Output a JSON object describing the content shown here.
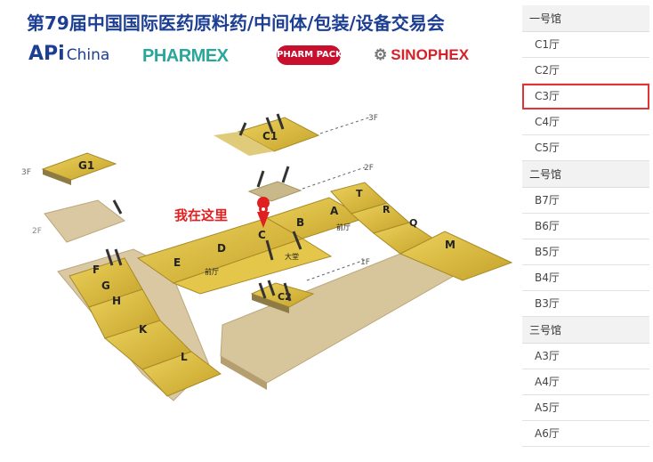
{
  "title": "第79届中国国际医药原料药/中间体/包装/设备交易会",
  "logos": {
    "api_main": "APi",
    "api_sub": "China",
    "pharmex": "PHARMEX",
    "pharmpack": "PHARM PACK",
    "sinophex": "SINOPHEX",
    "sinophex_icon": "gear-icon"
  },
  "map": {
    "you_are_here": "我在这里",
    "floor_labels": [
      "3F",
      "3F",
      "2F",
      "2F",
      "1F"
    ],
    "zones": {
      "C1": "C1",
      "G1": "G1",
      "C2": "C2",
      "A": "A",
      "B": "B",
      "C": "C",
      "D": "D",
      "E": "E",
      "F": "F",
      "G": "G",
      "H": "H",
      "K": "K",
      "L": "L",
      "M": "M",
      "Q": "Q",
      "R": "R",
      "T": "T"
    },
    "small_labels": {
      "lobby_left": "前厅",
      "lobby_center": "大堂",
      "lobby_right": "前厅"
    }
  },
  "sidebar": {
    "groups": [
      {
        "label": "一号馆",
        "halls": [
          "C1厅",
          "C2厅",
          "C3厅",
          "C4厅",
          "C5厅"
        ]
      },
      {
        "label": "二号馆",
        "halls": [
          "B7厅",
          "B6厅",
          "B5厅",
          "B4厅",
          "B3厅"
        ]
      },
      {
        "label": "三号馆",
        "halls": [
          "A3厅",
          "A4厅",
          "A5厅",
          "A6厅"
        ]
      }
    ],
    "active_hall": "C3厅"
  },
  "colors": {
    "gold": "#c9a933",
    "gold_light": "#e3c64a",
    "beige": "#d8c7a0",
    "marker": "#e02020",
    "active_border": "#e23434",
    "title_blue": "#1c3f94"
  }
}
